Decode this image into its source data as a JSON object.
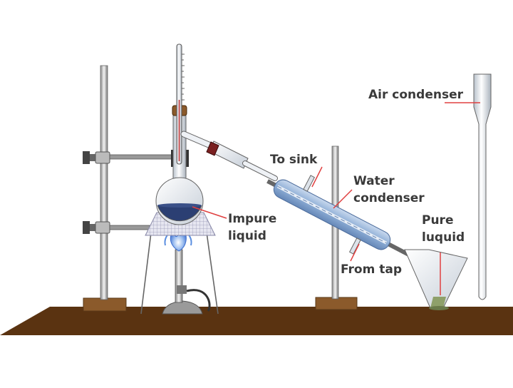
{
  "labels": {
    "air_condenser": "Air condenser",
    "to_sink": "To sink",
    "water_condenser_1": "Water",
    "water_condenser_2": "condenser",
    "impure_liquid_1": "Impure",
    "impure_liquid_2": "liquid",
    "pure_liquid_1": "Pure",
    "pure_liquid_2": "luquid",
    "from_tap": "From tap"
  },
  "colors": {
    "bench": "#5a3311",
    "stand_base": "#8b5a2b",
    "stand_rod": "#d8d8d8",
    "glass": "#e8edf2",
    "condenser_water": "#8fb0d8",
    "impure_liquid": "#2b3f73",
    "pure_liquid": "#8ea06a",
    "pointer_line": "#e04040",
    "flame": "#4e7fd8",
    "label_text": "#3a3a3a"
  }
}
